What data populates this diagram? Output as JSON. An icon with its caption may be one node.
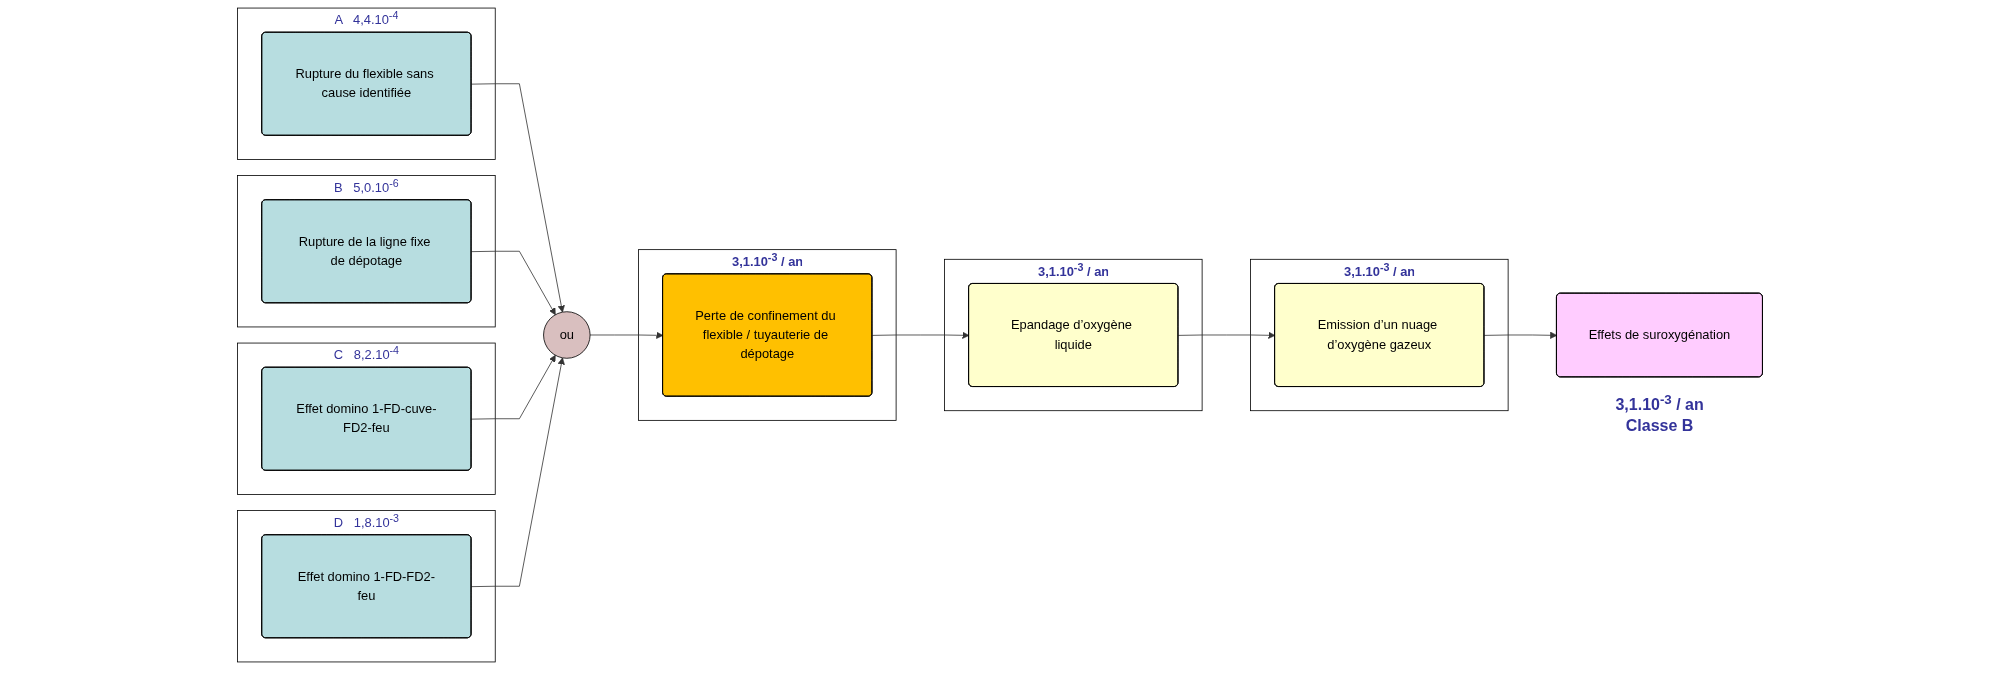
{
  "diagram": {
    "nodes": [
      {
        "text": [
          "A",
          "4,4.10$^{-4}$"
        ]
      },
      {
        "text": [
          "Rupture du flexible sans cause identifiée"
        ],
        "in": 0
      },
      {
        "text": [
          "B",
          "5,0.10$^{-6}$"
        ]
      },
      {
        "text": [
          "Rupture de la ligne fixe de dépotage"
        ],
        "in": 2
      },
      {
        "text": [
          "C",
          "8,2.10$^{-4}$"
        ]
      },
      {
        "text": [
          "Effet domino 1-FD-cuve-FD2-feu"
        ],
        "in": 4
      },
      {
        "text": [
          "D",
          "1,8.10$^{-3}$"
        ]
      },
      {
        "text": [
          "Effet domino 1-FD-FD2-feu"
        ],
        "in": 6
      },
      {
        "text": [
          "ou"
        ]
      },
      {
        "text": [
          "3,1.10$^{-3}$ / an"
        ]
      },
      {
        "text": [
          "Perte de confinement du flexible / tuyauterie de dépotage"
        ],
        "in": 9
      },
      {
        "text": [
          "3,1.10$^{-3}$ / an"
        ]
      },
      {
        "text": [
          "Epandage d’oxygène liquide"
        ],
        "in": 11
      },
      {
        "text": [
          "3,1.10$^{-3}$ / an"
        ]
      },
      {
        "text": [
          "Emission d’un nuage d’oxygène gazeux"
        ],
        "in": 13
      },
      {
        "text": [
          "Effets de suroxygénation"
        ],
        "beside": [
          "3,1.10$^{-3}$ / an",
          "Classe B"
        ]
      }
    ],
    "edges": [
      {
        "from": 1,
        "to": 8,
        "arrow": "to"
      },
      {
        "from": 3,
        "to": 8,
        "arrow": "to"
      },
      {
        "from": 5,
        "to": 8,
        "arrow": "to"
      },
      {
        "from": 7,
        "to": 8,
        "arrow": "to"
      },
      {
        "from": 8,
        "to": 10,
        "arrow": "to"
      },
      {
        "from": 10,
        "to": 12,
        "arrow": "to"
      },
      {
        "from": 12,
        "to": 14,
        "arrow": "to"
      },
      {
        "from": 14,
        "to": 15,
        "arrow": "to"
      }
    ]
  }
}
